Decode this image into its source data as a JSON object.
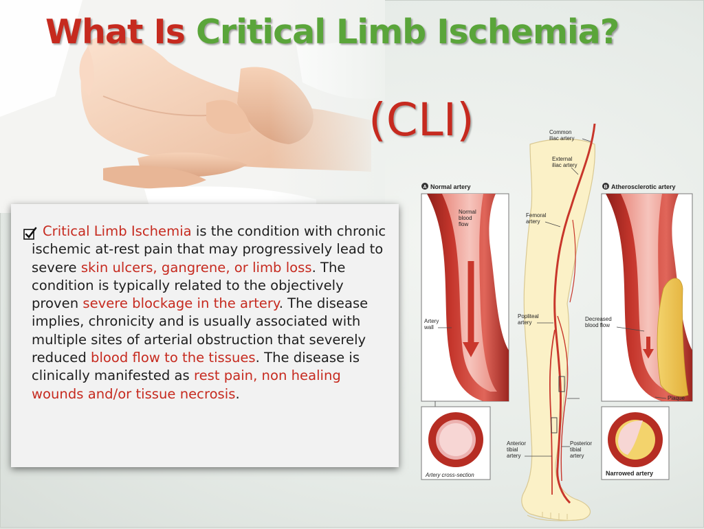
{
  "slide": {
    "title_part1": "What Is ",
    "title_part2": "Critical Limb Ischemia?",
    "subtitle": "(CLI)",
    "checkbox_icon": "checkbox-checked-icon",
    "colors": {
      "title_red": "#c62a1f",
      "title_green": "#5aa53a",
      "highlight": "#c62a1f",
      "body_text": "#1e1e1e"
    },
    "description": {
      "s1": "Critical Limb Ischemia",
      "s2": " is the condition with chronic ischemic at-rest pain that may progressively lead to severe ",
      "s3": "skin ulcers, gangrene, or limb loss",
      "s4": ". The condition is typically related to the objectively proven ",
      "s5": "severe blockage in the artery",
      "s6": ". The disease implies, chronicity and is usually associated with multiple sites of arterial obstruction that severely reduced ",
      "s7": "blood flow to the tissues",
      "s8": ". The disease is clinically manifested as ",
      "s9": "rest pain, non healing wounds and/or tissue necrosis",
      "s10": "."
    }
  },
  "diagram": {
    "badge_a": "A",
    "badge_b": "B",
    "normal_artery": "Normal artery",
    "atherosclerotic_artery": "Atherosclerotic artery",
    "normal_blood_flow_1": "Normal",
    "normal_blood_flow_2": "blood",
    "normal_blood_flow_3": "flow",
    "artery_wall_1": "Artery",
    "artery_wall_2": "wall",
    "artery_cross_section": "Artery cross-section",
    "common_iliac_1": "Common",
    "common_iliac_2": "iliac artery",
    "external_iliac_1": "External",
    "external_iliac_2": "iliac artery",
    "femoral_1": "Femoral",
    "femoral_2": "artery",
    "popliteal_1": "Popliteal",
    "popliteal_2": "artery",
    "decreased_flow_1": "Decreased",
    "decreased_flow_2": "blood flow",
    "plaque": "Plaque",
    "anterior_tibial_1": "Anterior",
    "anterior_tibial_2": "tibial",
    "anterior_tibial_3": "artery",
    "posterior_tibial_1": "Posterior",
    "posterior_tibial_2": "tibial",
    "posterior_tibial_3": "artery",
    "narrowed_artery": "Narrowed artery"
  }
}
